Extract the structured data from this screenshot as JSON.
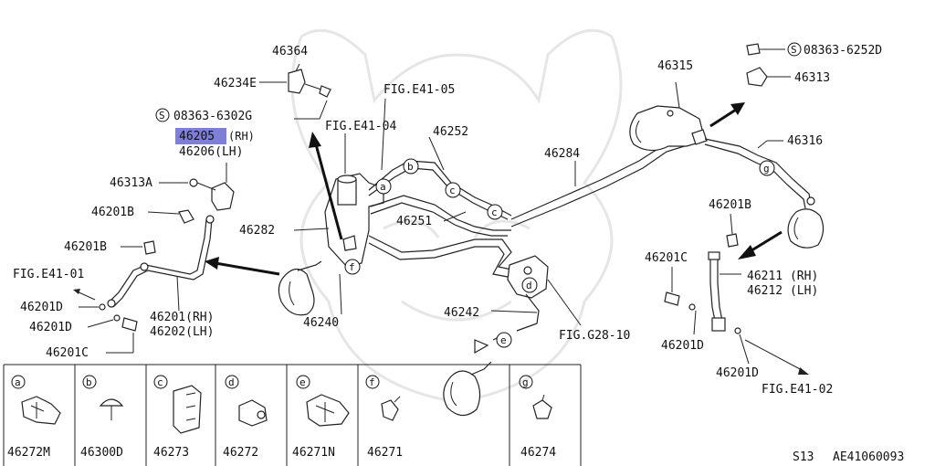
{
  "labels": {
    "p46364": "46364",
    "p46234e": "46234E",
    "s08363_6302g": "08363-6302G",
    "p46205": "46205",
    "rh1": "(RH)",
    "p46206lh": "46206(LH)",
    "p46313a": "46313A",
    "p46201b_1": "46201B",
    "p46201b_2": "46201B",
    "fig_e41_01": "FIG.E41-01",
    "p46201d_1": "46201D",
    "p46201d_2": "46201D",
    "p46201c_1": "46201C",
    "p46201rh": "46201(RH)",
    "p46202lh": "46202(LH)",
    "p46240": "46240",
    "p46282": "46282",
    "fig_e41_05": "FIG.E41-05",
    "fig_e41_04": "FIG.E41-04",
    "p46252": "46252",
    "p46251": "46251",
    "p46284": "46284",
    "p46242": "46242",
    "fig_g28_10": "FIG.G28-10",
    "p46315": "46315",
    "s08363_6252d": "08363-6252D",
    "p46313": "46313",
    "p46316": "46316",
    "p46201b_3": "46201B",
    "p46201c_2": "46201C",
    "p46211rh": "46211 (RH)",
    "p46212lh": "46212 (LH)",
    "p46201d_3": "46201D",
    "p46201d_4": "46201D",
    "fig_e41_02": "FIG.E41-02",
    "s_mark": "S"
  },
  "callouts": [
    "a",
    "b",
    "c",
    "d",
    "e",
    "f",
    "g"
  ],
  "legend": {
    "items": [
      {
        "letter": "a",
        "part": "46272M"
      },
      {
        "letter": "b",
        "part": "46300D"
      },
      {
        "letter": "c",
        "part": "46273"
      },
      {
        "letter": "d",
        "part": "46272"
      },
      {
        "letter": "e",
        "part": "46271N"
      },
      {
        "letter": "f",
        "part": "46271"
      },
      {
        "letter": "g",
        "part": "46274"
      }
    ]
  },
  "footer": {
    "sheet": "S13",
    "code": "AE41060093"
  }
}
